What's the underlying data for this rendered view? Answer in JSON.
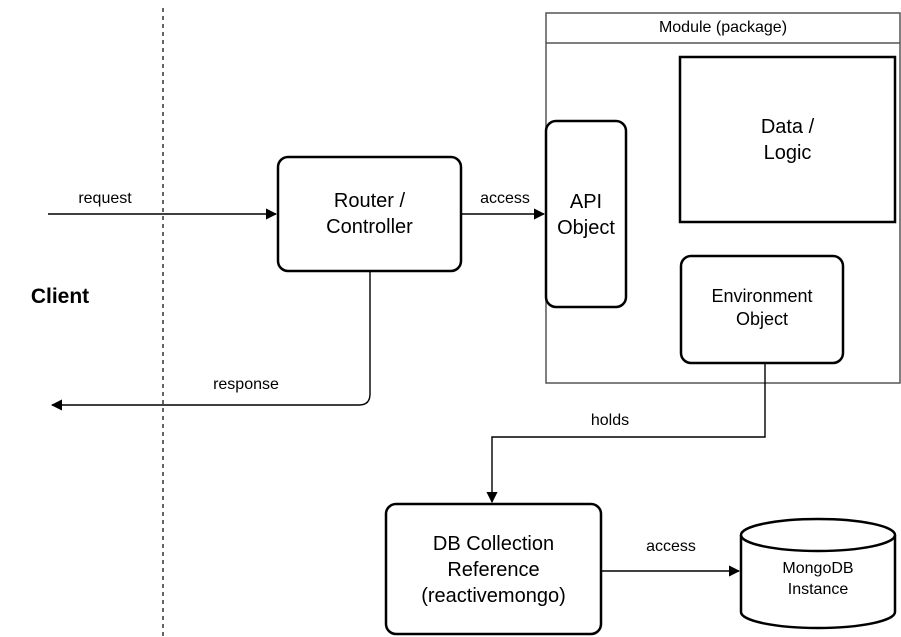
{
  "module": {
    "title": "Module (package)",
    "data_logic": "Data /\nLogic",
    "environment_object": "Environment\nObject"
  },
  "nodes": {
    "router_controller": "Router /\nController",
    "api_object": "API\nObject",
    "db_collection": "DB Collection\nReference\n(reactivemongo)",
    "mongodb": "MongoDB\nInstance"
  },
  "edges": {
    "request": "request",
    "access_api": "access",
    "response": "response",
    "holds": "holds",
    "access_db": "access"
  },
  "client_label": "Client"
}
